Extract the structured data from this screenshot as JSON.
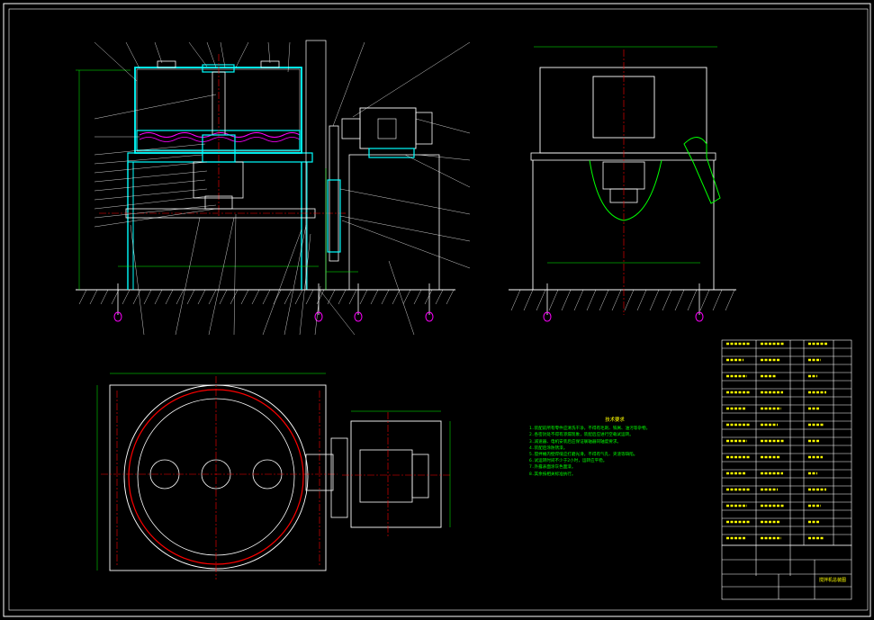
{
  "drawing": {
    "tech_requirements_title": "技术要求",
    "tech_requirements": [
      "1.装配前所有零件应清洗干净，不得有毛刺、铁屑、油污等杂物。",
      "2.各密封处不得有渗漏现象，装配后应进行空载试运转。",
      "3.减速器、电机安装后应保证联轴器同轴度要求。",
      "4.装配后涂防锈漆。",
      "5.搅拌桶内壁焊缝应打磨光滑，不得有气孔、夹渣等缺陷。",
      "6.试运转时间不少于2小时，运转应平稳。",
      "7.外露表面涂灰色面漆。",
      "8.其余按相关标准执行。"
    ],
    "title_block": {
      "drawing_name": "搅拌机总装图"
    }
  },
  "colors": {
    "background": "#000000",
    "outline": "#ffffff",
    "hidden": "#00ffff",
    "center": "#ff0000",
    "dimension": "#00ff00",
    "text": "#ffff00",
    "hatch": "#ff00ff"
  }
}
